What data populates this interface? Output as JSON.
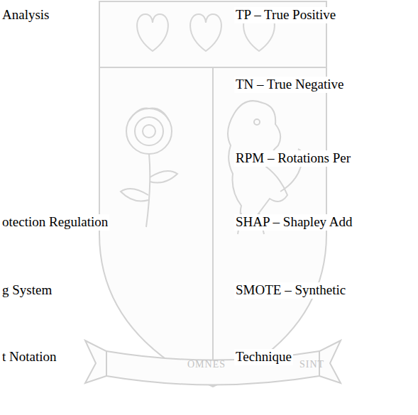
{
  "diagram": {
    "labels": [
      "Analysis",
      "TP – True Positive",
      "TN – True Negative",
      "RPM – Rotations Per",
      "otection Regulation",
      "SHAP – Shapley Add",
      "g System",
      "SMOTE – Synthetic",
      "t Notation",
      "OMNES",
      "Technique",
      "SINT"
    ]
  }
}
